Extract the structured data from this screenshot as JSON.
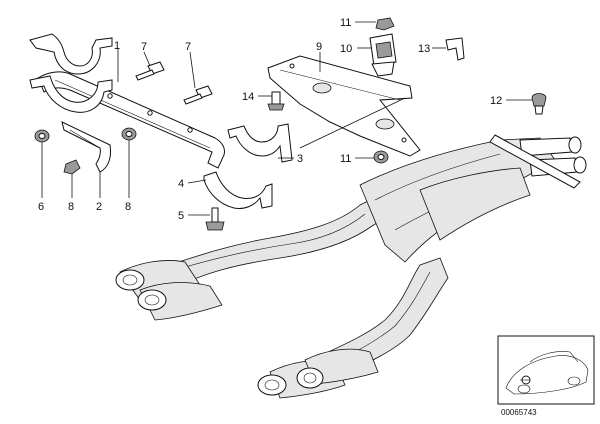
{
  "callouts": {
    "c1": "1",
    "c7a": "7",
    "c7b": "7",
    "c9": "9",
    "c11top": "11",
    "c10": "10",
    "c13": "13",
    "c12": "12",
    "c14": "14",
    "c11mid": "11",
    "c3": "3",
    "c4": "4",
    "c5": "5",
    "c6": "6",
    "c8a": "8",
    "c2": "2",
    "c8b": "8"
  },
  "reference_number": "00065743"
}
